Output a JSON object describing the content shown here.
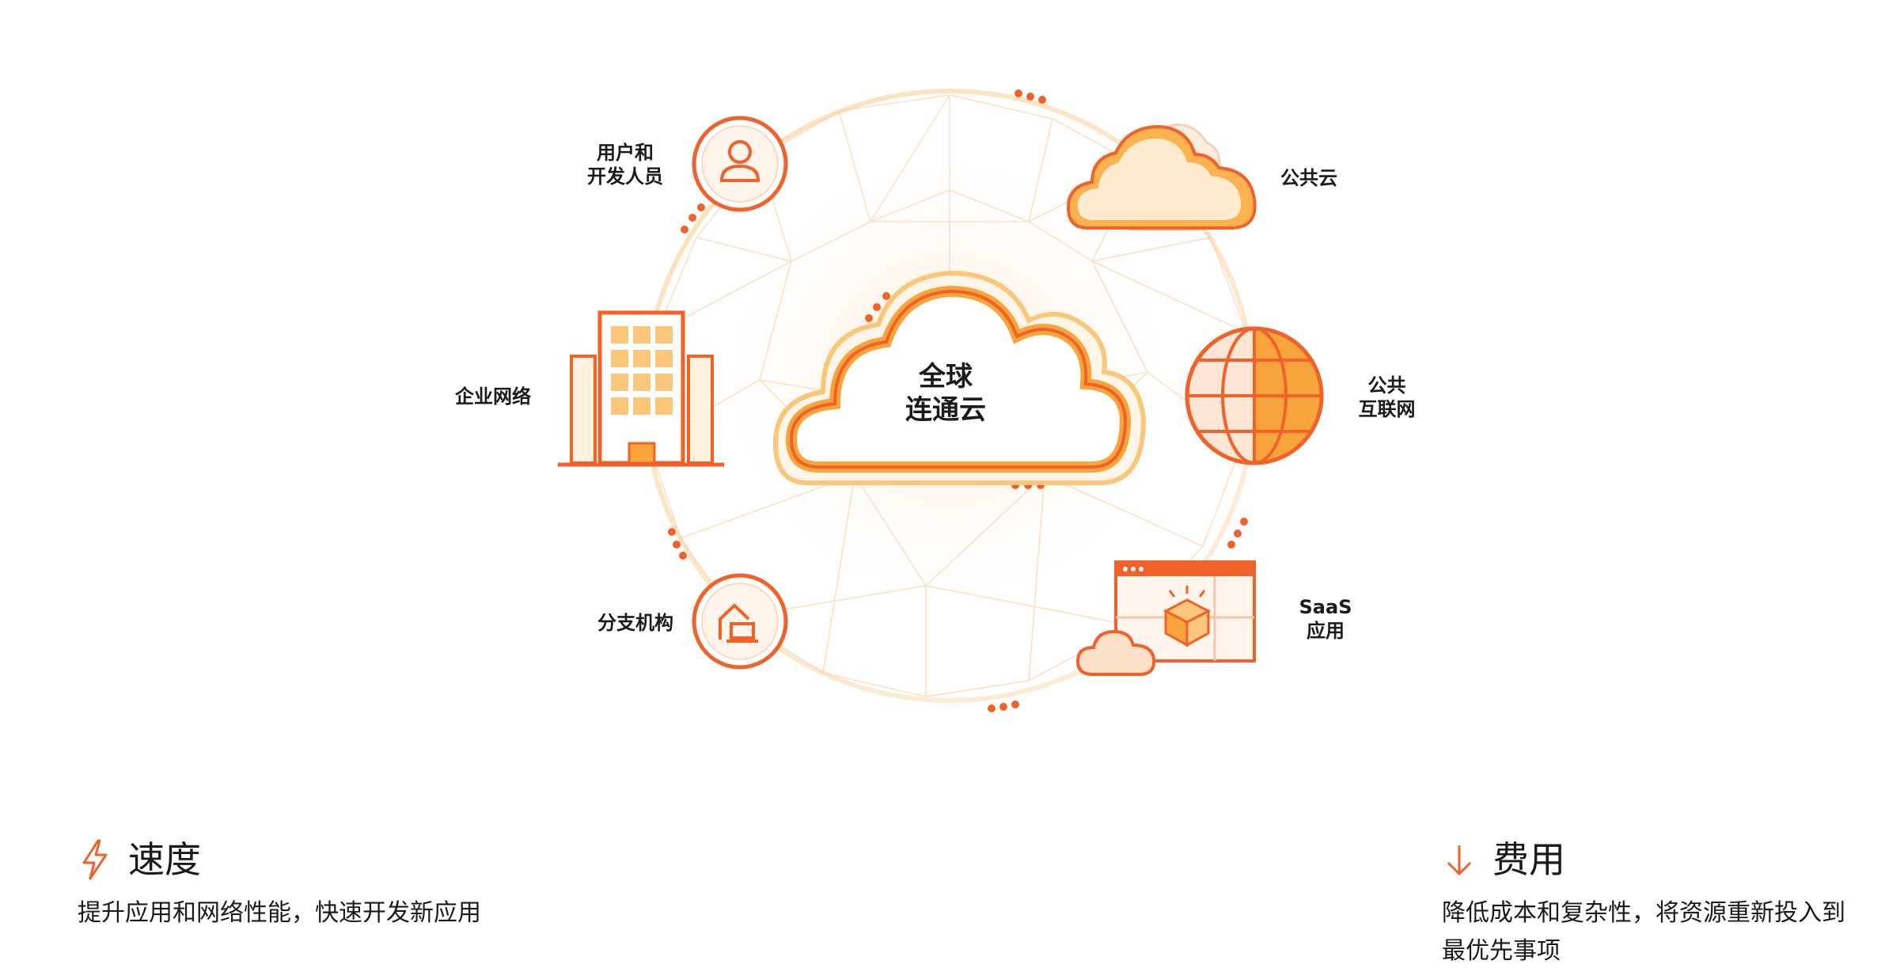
{
  "diagram": {
    "center": {
      "line1": "全球",
      "line2": "连通云"
    },
    "nodes": {
      "users": {
        "line1": "用户和",
        "line2": "开发人员",
        "icon": "user-icon"
      },
      "public_cloud": {
        "line1": "公共云",
        "icon": "cloud-icon"
      },
      "enterprise": {
        "line1": "企业网络",
        "icon": "office-building-icon"
      },
      "internet": {
        "line1": "公共",
        "line2": "互联网",
        "icon": "globe-icon"
      },
      "branch": {
        "line1": "分支机构",
        "icon": "home-office-icon"
      },
      "saas": {
        "line1": "SaaS",
        "line2": "应用",
        "icon": "saas-app-icon"
      }
    },
    "colors": {
      "accent": "#f0622a",
      "orange": "#f7a43a",
      "light": "#fde6c8"
    }
  },
  "features": [
    {
      "title": "速度",
      "desc": [
        "提升应用和网络性能，快速开发新应用"
      ],
      "icon": "lightning-icon"
    },
    {
      "title": "费用",
      "desc": [
        "降低成本和复杂性，将资源重新投入到",
        "最优先事项"
      ],
      "icon": "arrow-down-icon"
    }
  ]
}
